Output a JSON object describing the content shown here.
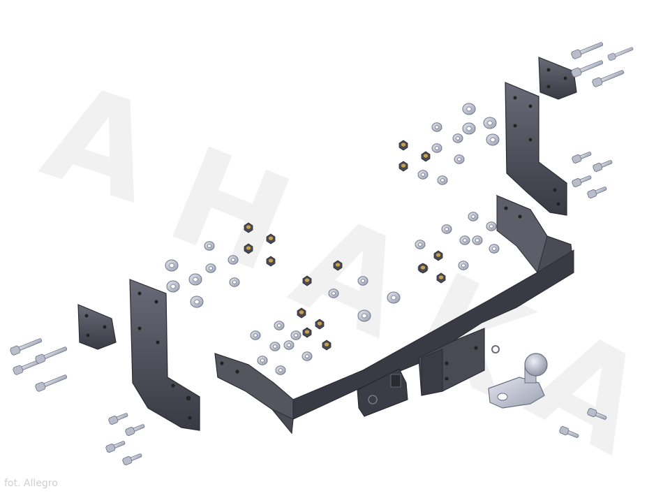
{
  "watermark": {
    "letters": [
      "A",
      "H",
      "A",
      "K",
      "A"
    ]
  },
  "credit": {
    "text": "fot. Allegro"
  },
  "colors": {
    "steel_dark": "#3f3f48",
    "steel_mid": "#5a5a66",
    "steel_light": "#8a8a98",
    "zinc": "#c9ccd6",
    "zinc_dark": "#8e93a3",
    "nut_gold": "#c9a24a",
    "background": "#ffffff"
  },
  "parts": {
    "crossbar": "main-crossbar",
    "towball": "tow-ball",
    "brackets": [
      "left-bracket",
      "right-bracket",
      "small-plate-left",
      "small-plate-right"
    ]
  }
}
